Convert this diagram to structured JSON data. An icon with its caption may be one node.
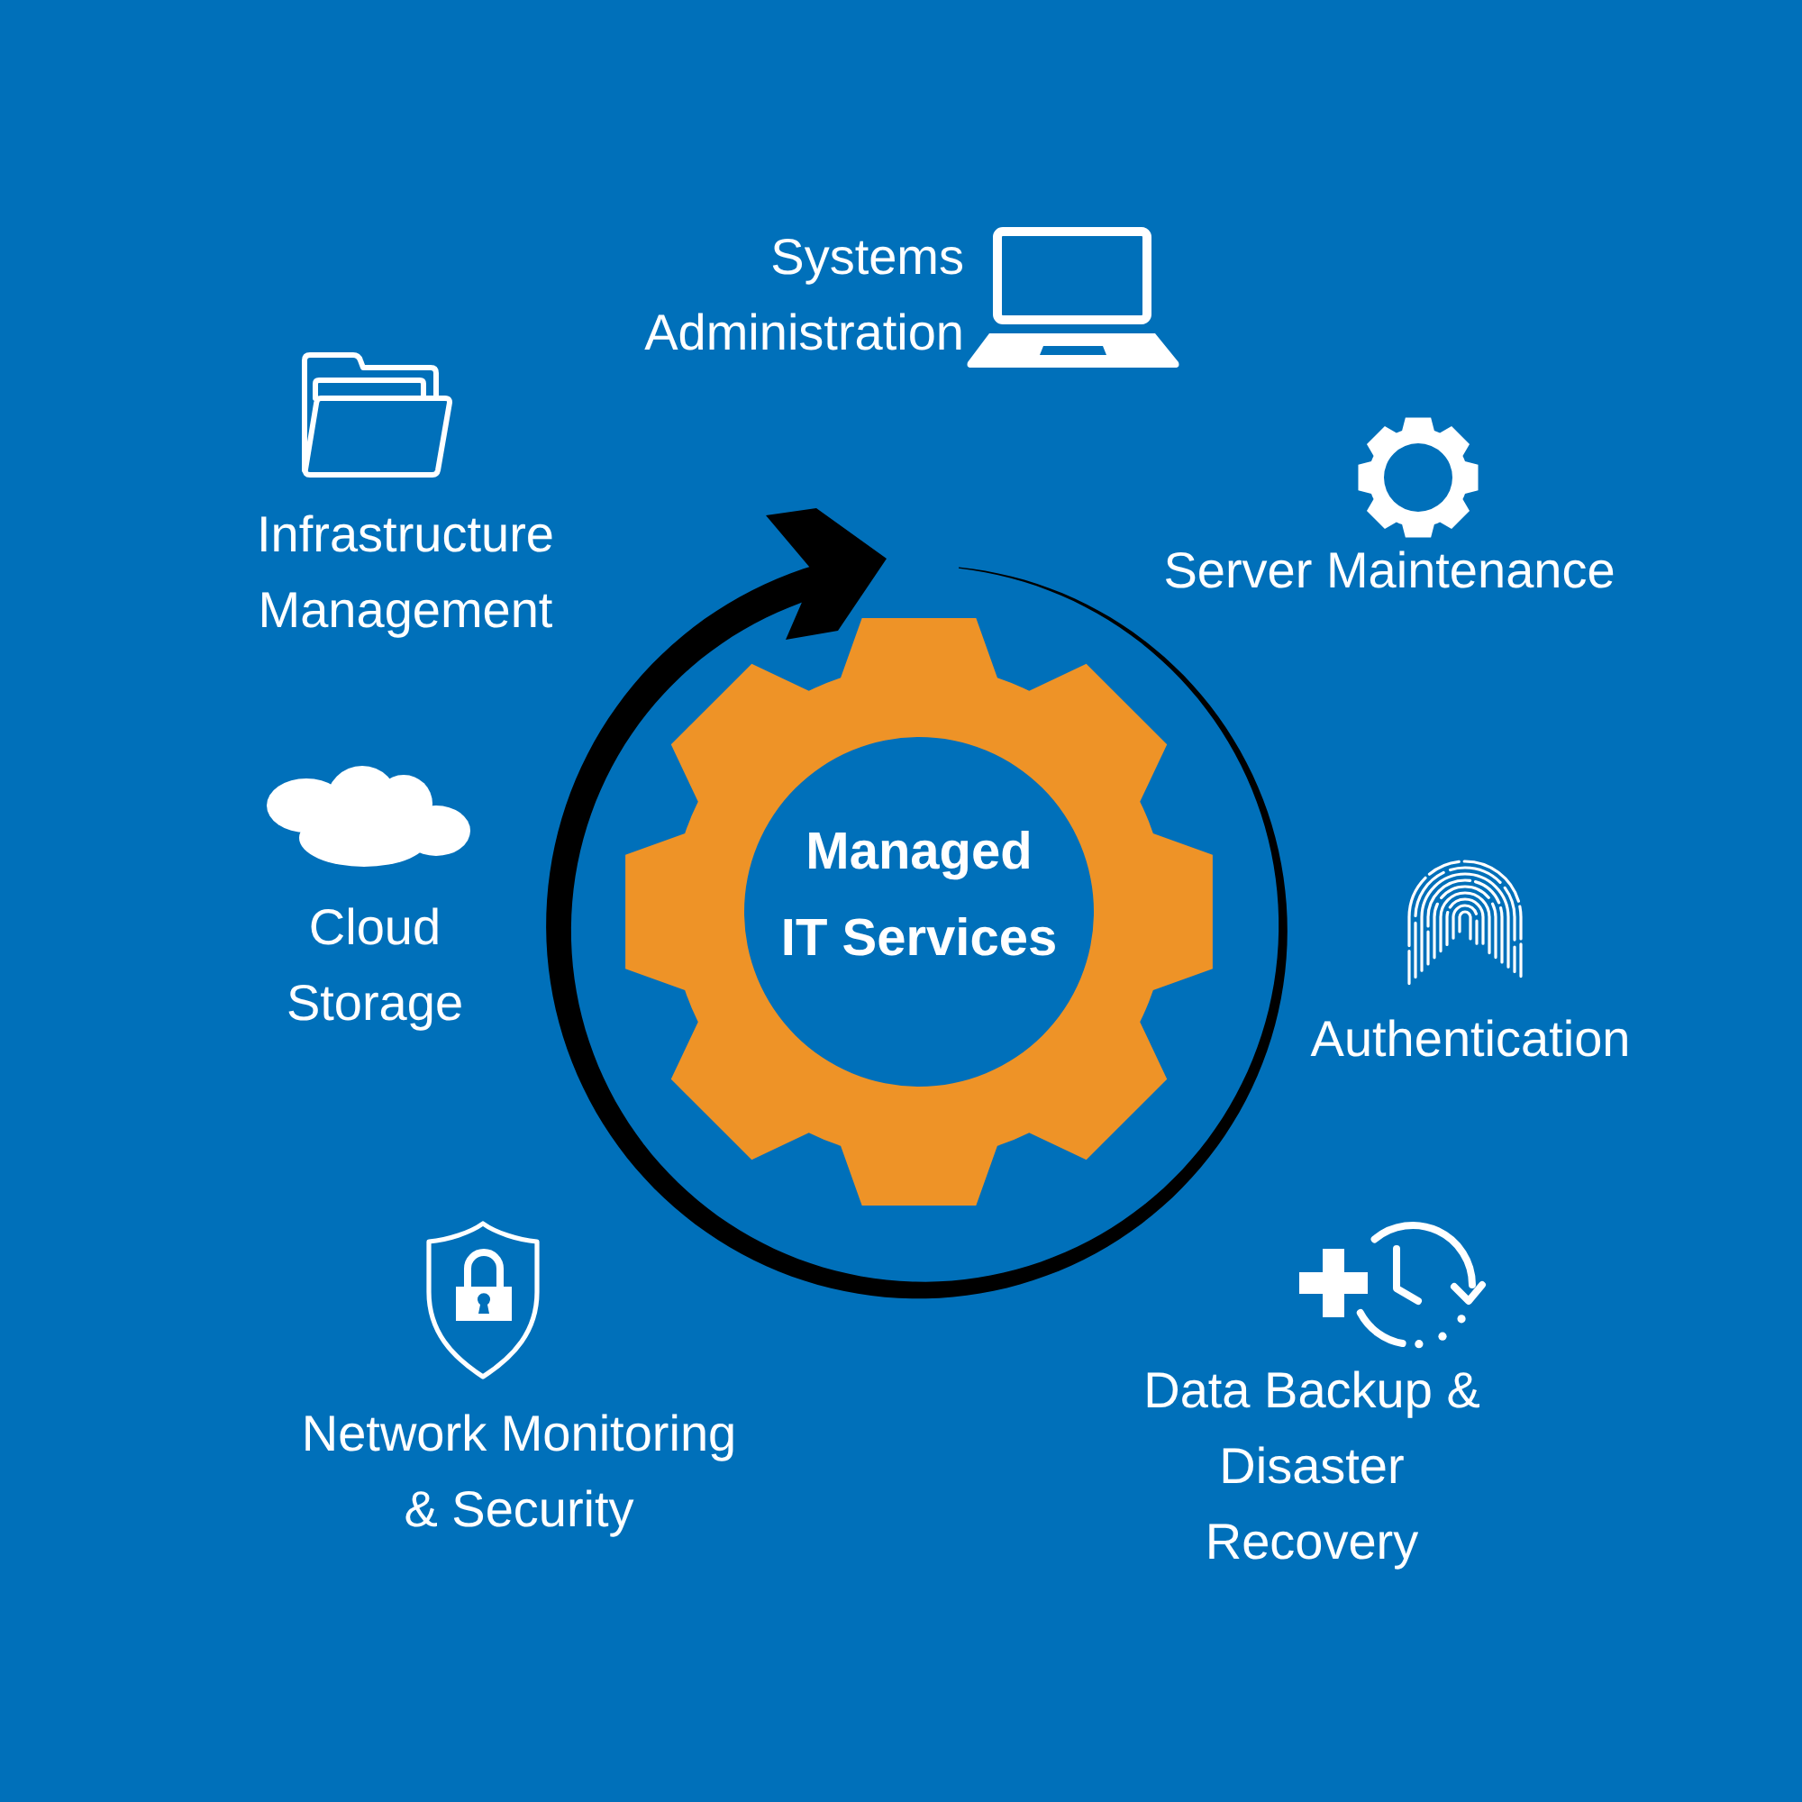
{
  "diagram": {
    "nodes": [
      {
        "text": [
          "Managed IT Services"
        ]
      }
    ],
    "labels": [
      "Systems Administration",
      "Infrastructure Management",
      "Server Maintenance",
      "Cloud Storage",
      "Authentication",
      "Network Monitoring & Security",
      "Data Backup & Disaster Recovery"
    ]
  }
}
